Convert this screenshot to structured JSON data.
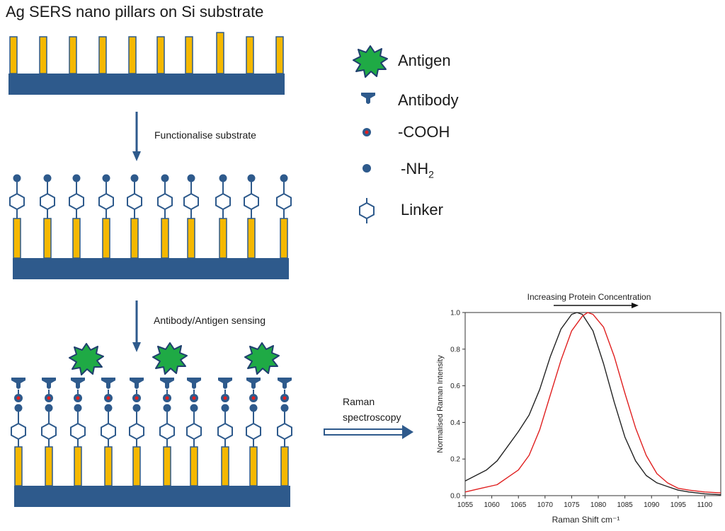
{
  "title": "Ag SERS nano pillars on Si substrate",
  "steps": {
    "functionalise": "Functionalise substrate",
    "sensing": "Antibody/Antigen sensing"
  },
  "legend": {
    "antigen": "Antigen",
    "antibody": "Antibody",
    "cooh": "-COOH",
    "nh2_main": "-NH",
    "nh2_sub": "2",
    "linker": "Linker"
  },
  "raman_arrow": {
    "line1": "Raman",
    "line2": "spectroscopy"
  },
  "colors": {
    "substrate": "#2e5a8c",
    "pillar": "#f5b800",
    "structure": "#2e5a8c",
    "red_dot": "#e02020",
    "antigen": "#1faa45",
    "antigen_outline": "#1f3f6e",
    "black_curve": "#222222",
    "red_curve": "#e02020"
  },
  "chart_data": {
    "type": "line",
    "annotation": "Increasing Protein Concentration",
    "xlabel": "Raman Shift cm⁻¹",
    "ylabel": "Normalised Raman Intensity",
    "xlim": [
      1055,
      1103
    ],
    "ylim": [
      0,
      1.0
    ],
    "xticks": [
      1055,
      1060,
      1065,
      1070,
      1075,
      1080,
      1085,
      1090,
      1095,
      1100
    ],
    "yticks": [
      0.0,
      0.2,
      0.4,
      0.6,
      0.8,
      1.0
    ],
    "series": [
      {
        "color": "#222222",
        "x": [
          1055,
          1057,
          1059,
          1061,
          1063,
          1065,
          1067,
          1069,
          1071,
          1073,
          1075,
          1076,
          1077,
          1079,
          1081,
          1083,
          1085,
          1087,
          1089,
          1091,
          1093,
          1095,
          1097,
          1100,
          1103
        ],
        "y": [
          0.08,
          0.11,
          0.14,
          0.19,
          0.27,
          0.35,
          0.44,
          0.58,
          0.76,
          0.91,
          0.99,
          1.0,
          0.99,
          0.9,
          0.72,
          0.51,
          0.32,
          0.19,
          0.11,
          0.07,
          0.05,
          0.03,
          0.02,
          0.01,
          0.005
        ]
      },
      {
        "color": "#e02020",
        "x": [
          1055,
          1058,
          1061,
          1063,
          1065,
          1067,
          1069,
          1071,
          1073,
          1075,
          1077,
          1078,
          1079,
          1081,
          1083,
          1085,
          1087,
          1089,
          1091,
          1093,
          1095,
          1097,
          1100,
          1103
        ],
        "y": [
          0.02,
          0.04,
          0.06,
          0.1,
          0.14,
          0.22,
          0.36,
          0.55,
          0.74,
          0.9,
          0.98,
          1.0,
          0.99,
          0.92,
          0.76,
          0.56,
          0.37,
          0.22,
          0.12,
          0.07,
          0.04,
          0.03,
          0.02,
          0.015
        ]
      }
    ]
  }
}
